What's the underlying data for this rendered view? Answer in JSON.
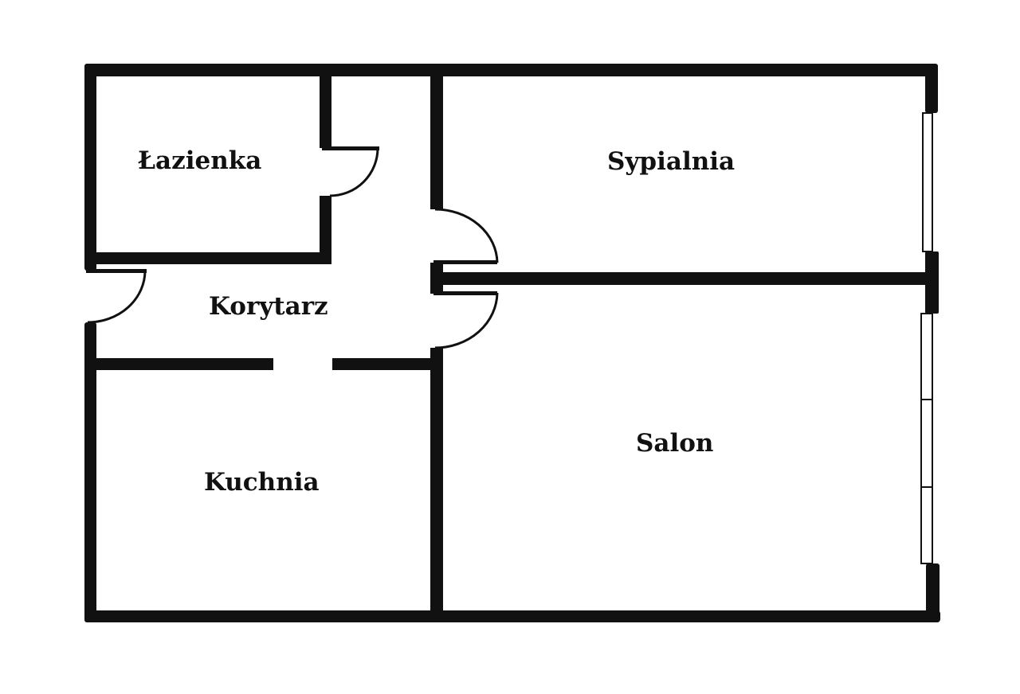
{
  "colors": {
    "wall": "#111111",
    "background": "#ffffff"
  },
  "rooms": {
    "bathroom": {
      "label": "Łazienka"
    },
    "bedroom": {
      "label": "Sypialnia"
    },
    "corridor": {
      "label": "Korytarz"
    },
    "kitchen": {
      "label": "Kuchnia"
    },
    "living_room": {
      "label": "Salon"
    }
  }
}
